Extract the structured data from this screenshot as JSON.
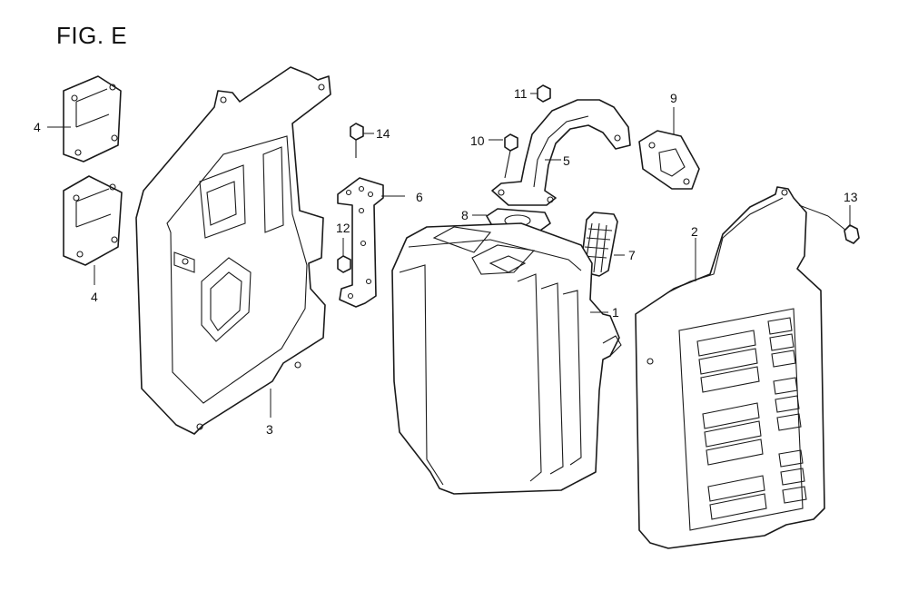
{
  "figure": {
    "title": "FIG. E"
  },
  "callouts": {
    "c1": "1",
    "c2": "2",
    "c3": "3",
    "c4a": "4",
    "c4b": "4",
    "c5": "5",
    "c6": "6",
    "c7": "7",
    "c8": "8",
    "c9": "9",
    "c10": "10",
    "c11": "11",
    "c12": "12",
    "c13": "13",
    "c14": "14"
  }
}
